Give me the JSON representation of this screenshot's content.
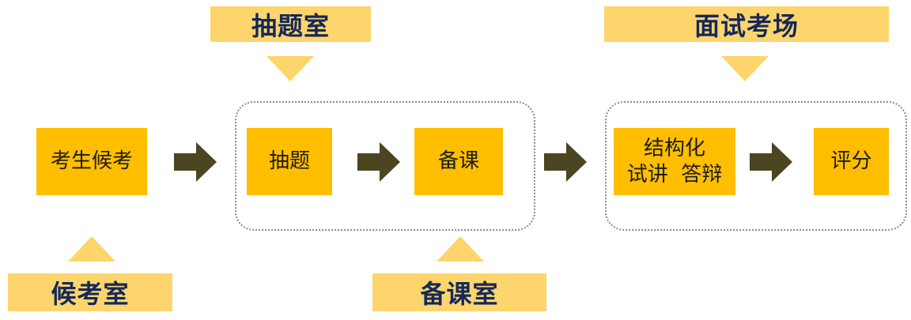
{
  "rooms": {
    "draw_room": "抽题室",
    "interview_room": "面试考场",
    "waiting_room": "候考室",
    "prep_room": "备课室"
  },
  "steps": {
    "wait": "考生候考",
    "draw": "抽题",
    "prepare": "备课",
    "interview_line1": "结构化",
    "interview_line2": "试讲  答辩",
    "score": "评分"
  },
  "colors": {
    "step_fill": "#FFBE00",
    "room_fill": "#FDD56C",
    "room_text": "#14285A",
    "arrow": "#4B4521",
    "frame": "#8a8a8a"
  }
}
